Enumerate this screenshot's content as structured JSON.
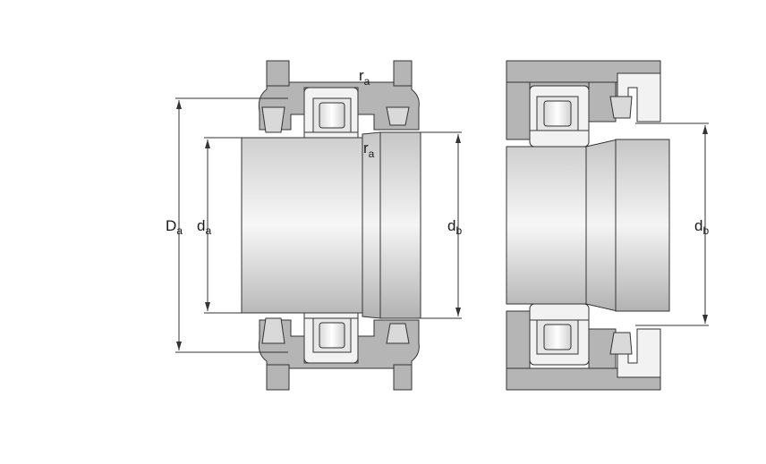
{
  "left_view": {
    "label_Da_main": "D",
    "label_Da_sub": "a",
    "label_da_main": "d",
    "label_da_sub": "a",
    "label_db_main": "d",
    "label_db_sub": "b",
    "label_ra_top_main": "r",
    "label_ra_top_sub": "a",
    "label_ra_mid_main": "r",
    "label_ra_mid_sub": "a"
  },
  "right_view": {
    "label_db_main": "d",
    "label_db_sub": "b"
  },
  "colors": {
    "housing": "#b5b5b5",
    "bearing_ring": "#f2f2f2",
    "seal": "#d9d9d9",
    "outline": "#333333",
    "shaft_light": "#f7f7f7",
    "shaft_dark": "#b0b0b0"
  }
}
